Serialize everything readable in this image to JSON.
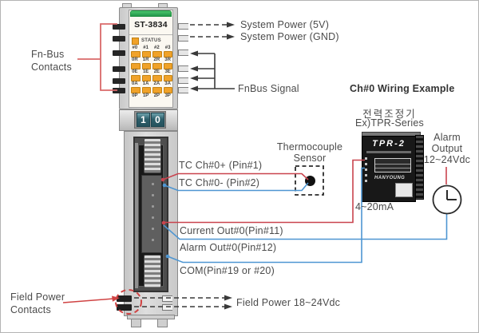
{
  "module": {
    "model": "ST-3834",
    "status_label": "STATUS",
    "channel_labels": [
      "#0",
      "#1",
      "#2",
      "#3"
    ],
    "led_rows": [
      {
        "labels": [
          "0R",
          "1R",
          "2R",
          "3R"
        ]
      },
      {
        "labels": [
          "0E",
          "1E",
          "2E",
          "3E"
        ]
      },
      {
        "labels": [
          "0A",
          "1A",
          "2A",
          "3A"
        ]
      },
      {
        "labels": [
          "0P",
          "1P",
          "2P",
          "3P"
        ]
      }
    ],
    "rotary": {
      "tens": "1",
      "ones": "0"
    }
  },
  "callouts": {
    "fnbus_contacts_line1": "Fn-Bus",
    "fnbus_contacts_line2": "Contacts",
    "field_power_contacts_line1": "Field Power",
    "field_power_contacts_line2": "Contacts",
    "system_power_5v": "System Power (5V)",
    "system_power_gnd": "System Power (GND)",
    "fnbus_signal": "FnBus Signal",
    "field_power": "Field Power 18~24Vdc"
  },
  "pins": {
    "tc_plus": "TC Ch#0+ (Pin#1)",
    "tc_minus": "TC Ch#0- (Pin#2)",
    "current_out": "Current Out#0(Pin#11)",
    "alarm_out": "Alarm Out#0(Pin#12)",
    "com": "COM(Pin#19 or #20)"
  },
  "wiring_example": {
    "title": "Ch#0 Wiring Example",
    "regulator_name_korean": "전력조정기",
    "regulator_example": "Ex)TPR-Series",
    "device_model": "TPR-2",
    "device_brand": "HANYOUNG",
    "current_range": "4~20mA",
    "thermocouple_line1": "Thermocouple",
    "thermocouple_line2": "Sensor",
    "alarm_output_line1": "Alarm",
    "alarm_output_line2": "Output",
    "alarm_output_line3": "12~24Vdc"
  },
  "colors": {
    "wire_red": "#c9444e",
    "wire_blue": "#4e96d2",
    "callout_red": "#d04343",
    "bracket_red": "#d96a6a",
    "led_orange": "#f0a229",
    "module_green_bar": "#2fae53",
    "rotary_window_teal": "#2e5f6b",
    "arrow_gray": "#3a3a3a",
    "text_gray": "#4b4b4b"
  }
}
